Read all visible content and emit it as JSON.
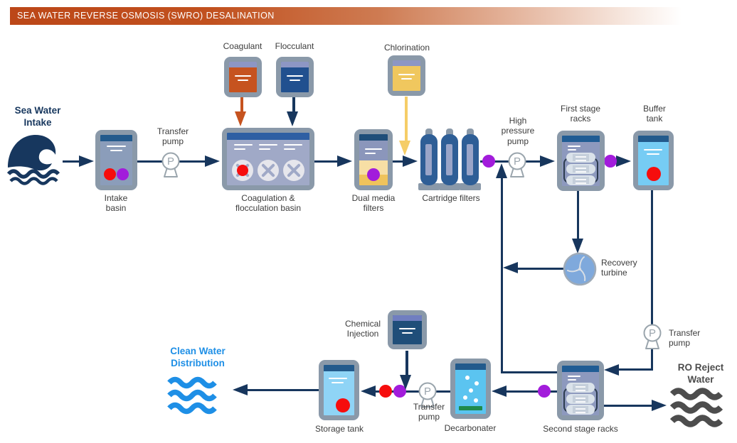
{
  "header": {
    "title": "SEA WATER REVERSE OSMOSIS (SWRO) DESALINATION"
  },
  "endpoints": {
    "sea_water_intake": "Sea Water\nIntake",
    "clean_water_distribution": "Clean Water\nDistribution",
    "ro_reject_water": "RO Reject\nWater"
  },
  "nodes": {
    "intake_basin": "Intake\nbasin",
    "transfer_pump_1": "Transfer\npump",
    "coagulant": "Coagulant",
    "flocculant": "Flocculant",
    "coagulation_basin": "Coagulation &\nflocculation basin",
    "dual_media_filters": "Dual media\nfilters",
    "chlorination": "Chlorination",
    "cartridge_filters": "Cartridge filters",
    "high_pressure_pump": "High\npressure\npump",
    "first_stage_racks": "First stage\nracks",
    "buffer_tank": "Buffer\ntank",
    "recovery_turbine": "Recovery\nturbine",
    "transfer_pump_2": "Transfer\npump",
    "second_stage_racks": "Second stage racks",
    "decarbonater": "Decarbonater",
    "chemical_injection": "Chemical\nInjection",
    "transfer_pump_3": "Transfer\npump",
    "storage_tank": "Storage tank"
  },
  "pump_symbol": "P",
  "colors": {
    "header_orange": "#BC4718",
    "pipe_navy": "#17365D",
    "tank_gray": "#8A99A9",
    "band_dark_blue": "#235A8C",
    "basin_band_blue": "#2E5FA3",
    "slate_panel": "#8B9DBA",
    "coagulant_orange": "#C6531F",
    "flocculant_blue": "#21508F",
    "chlorination_yellow": "#F0C75E",
    "chem_injection_blue": "#1F4E79",
    "light_blue_tank": "#76CCF4",
    "storage_blue": "#8FD4F6",
    "decarbonater_blue": "#5BC4F0",
    "green_bar": "#1F8A4C",
    "red_dot": "#F60D0D",
    "purple_dot": "#A21CDB",
    "yellow_arrow": "#F5CD67",
    "turbine_fill": "#7FA9DC",
    "clean_water_blue": "#1E8FE6",
    "reject_gray": "#4D4D4D"
  }
}
